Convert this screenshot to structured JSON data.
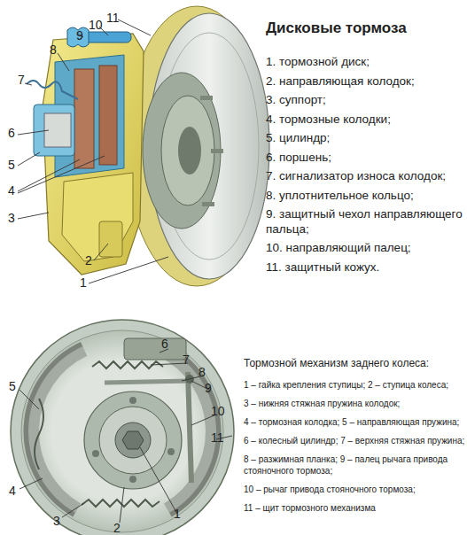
{
  "diagram": {
    "title": "Дисковые тормоза",
    "labels": [
      "11",
      "10",
      "9",
      "8",
      "7",
      "6",
      "5",
      "4",
      "3",
      "2",
      "1",
      "1. тормозной диск;",
      "2. направляющая колодок;",
      "3. суппорт;",
      "4. тормозные колодки;",
      "5. цилиндр;",
      "6. поршень;",
      "7. сигнализатор износа колодок;",
      "8. уплотнительное кольцо;",
      "9. защитный чехол направляющего пальца;",
      "10. направляющий палец;",
      "11. защитный кожух.",
      "Тормозной механизм заднего колеса:",
      "1 – гайка крепления ступицы; 2 – ступица колеса;",
      "3 – нижняя стяжная пружина колодок;",
      "4 – тормозная колодка; 5 – направляющая пружина;",
      "6 – колесный цилиндр; 7 – верхняя стяжная пружина;",
      "8 – разжимная планка; 9 – палец рычага привода стояночного тормоза;",
      "10 – рычаг привода стояночного тормоза;",
      "11 – щит тормозного механизма",
      "6",
      "7",
      "8",
      "9",
      "10",
      "11",
      "5",
      "4",
      "3",
      "2",
      "1"
    ]
  }
}
